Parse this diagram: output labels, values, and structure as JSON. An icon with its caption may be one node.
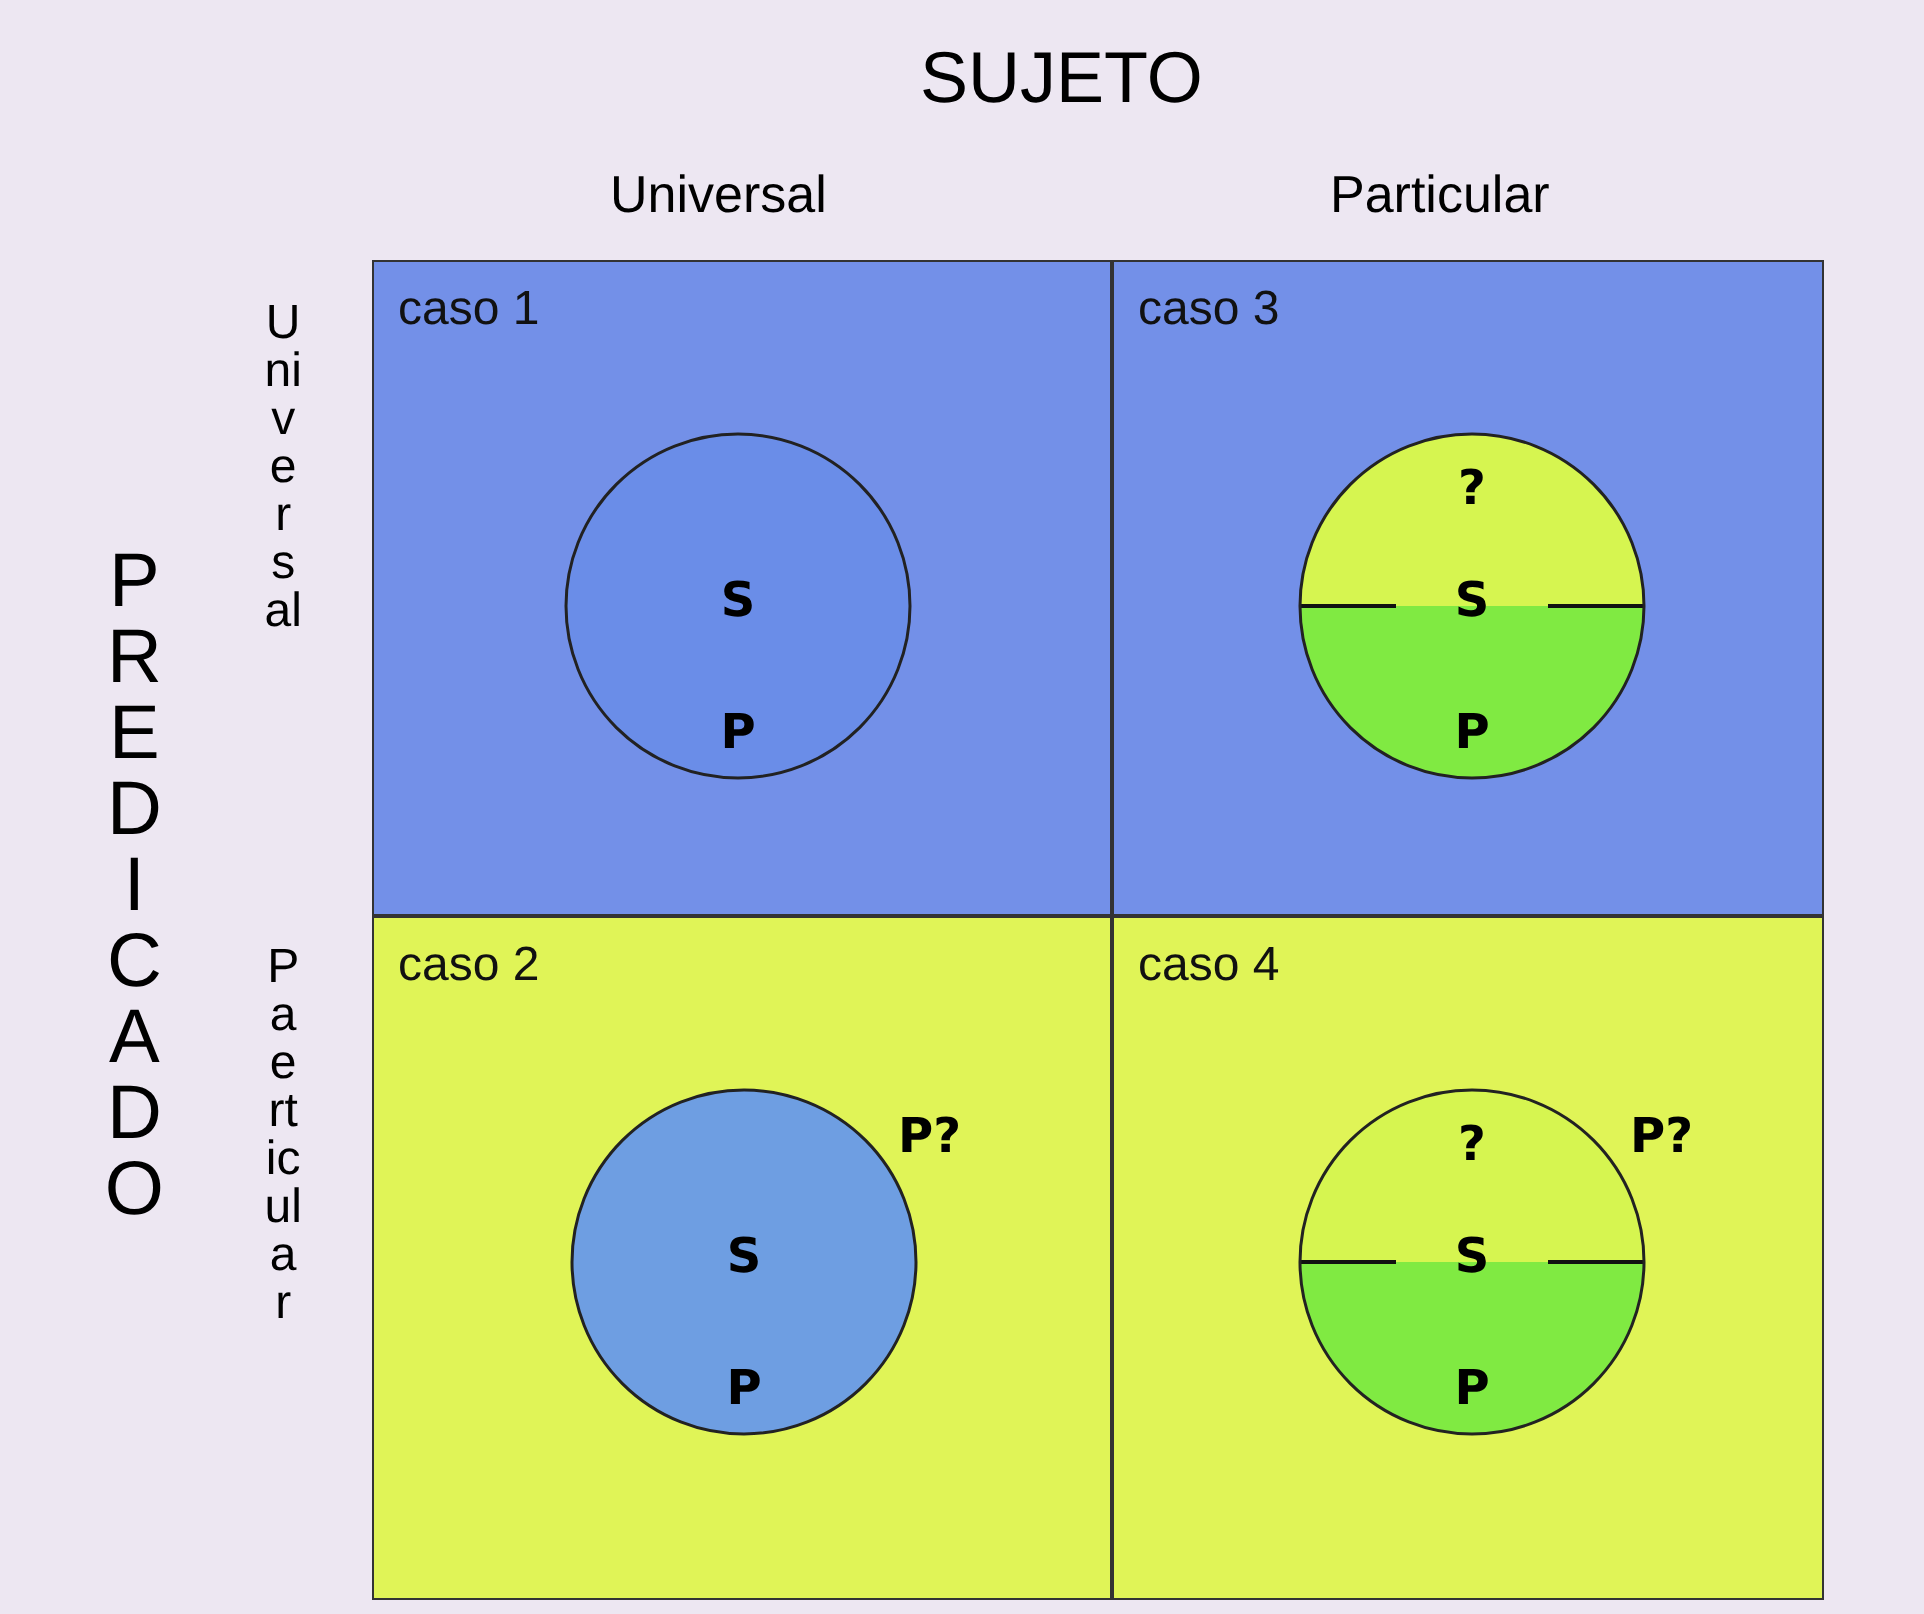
{
  "diagram": {
    "nodes": [
      {
        "text": [
          "caso 1"
        ]
      },
      {
        "text": [
          "S",
          "P"
        ],
        "in": 0
      },
      {
        "text": [
          "caso 3"
        ]
      },
      {
        "text": [
          "?",
          "S",
          "P"
        ],
        "in": 2
      },
      {
        "text": [
          "caso 2"
        ]
      },
      {
        "text": [
          "S",
          "P"
        ],
        "in": 4,
        "beside": [
          "P?"
        ]
      },
      {
        "text": [
          "caso 4"
        ]
      },
      {
        "text": [
          "?",
          "S",
          "P"
        ],
        "in": 6,
        "beside": [
          "P?"
        ]
      }
    ],
    "edges": [],
    "labels": [
      "SUJETO",
      "Universal",
      "Particular",
      "PREDICADO",
      "Universal",
      "Paerticular"
    ]
  }
}
